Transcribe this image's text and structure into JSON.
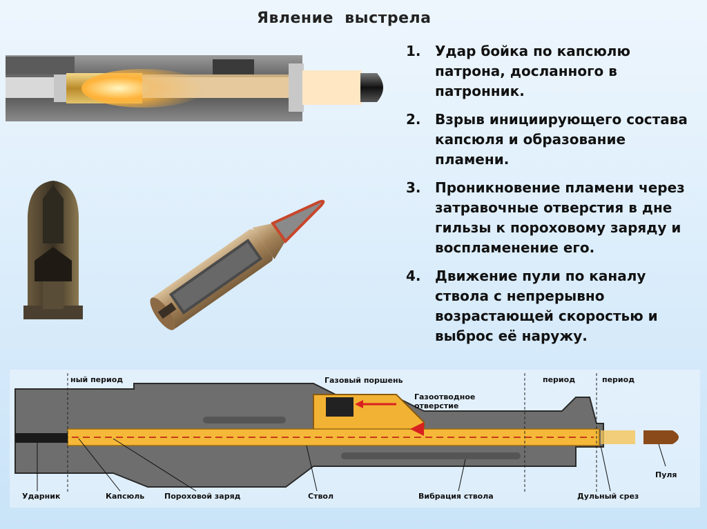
{
  "slide": {
    "title": "Явление  выстрела",
    "steps": [
      {
        "num": "1.",
        "text": "Удар бойка по капсюлю патрона, досланного в патронник."
      },
      {
        "num": "2.",
        "text": "Взрыв инициирующего состава капсюля и образование пламени."
      },
      {
        "num": "3.",
        "text": "Проникновение пламени через затравочные отверстия в дне гильзы к пороховому заряду и воспламенение его."
      },
      {
        "num": "4.",
        "text": "Движение пули по каналу ствола с непрерывно возрастающей скоростью и выброс её наружу."
      }
    ]
  },
  "diagram": {
    "labels": {
      "period_left": "ный период",
      "gas_piston": "Газовый поршень",
      "gas_vent": "Газоотводное\nотверстие",
      "period_mid": "период",
      "period_right": "период",
      "striker": "Ударник",
      "primer": "Капсюль",
      "powder": "Пороховой заряд",
      "barrel": "Ствол",
      "vibration": "Вибрация ствола",
      "muzzle": "Дульный срез",
      "bullet": "Пуля"
    }
  }
}
